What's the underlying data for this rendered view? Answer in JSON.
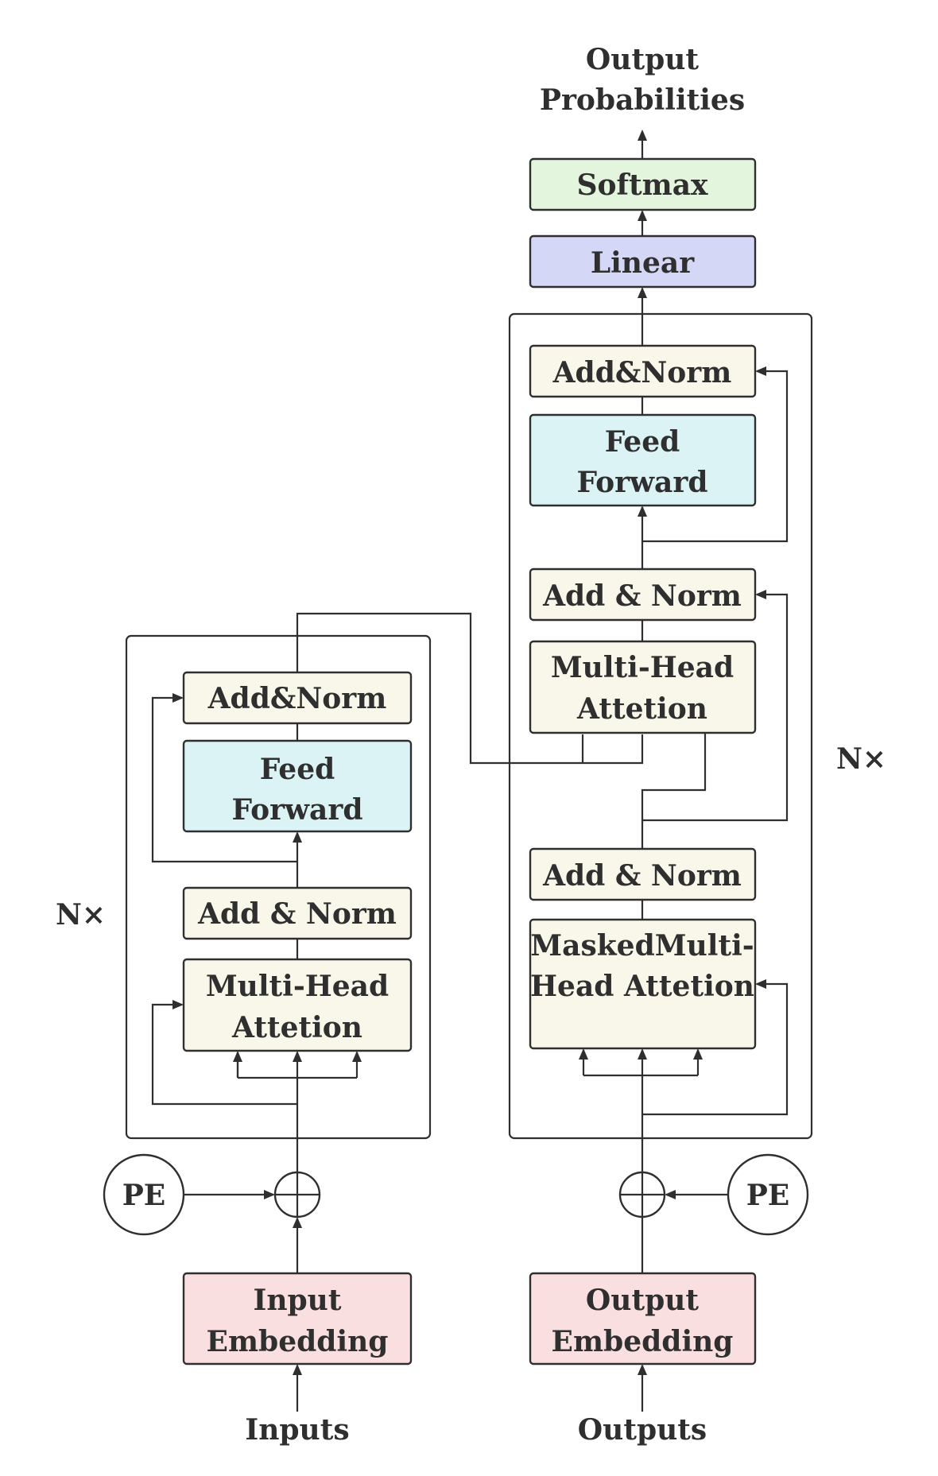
{
  "colors": {
    "norm_fill": "#f8f7e9",
    "ffn_fill": "#dbf3f5",
    "embed_fill": "#f9dfdf",
    "linear_fill": "#d5d7f7",
    "softmax_fill": "#e3f5dc",
    "stroke": "#2f2f2f"
  },
  "encoder": {
    "add_norm_top": "Add&Norm",
    "ffn_line1": "Feed",
    "ffn_line2": "Forward",
    "add_norm_bottom": "Add & Norm",
    "mha_line1": "Multi-Head",
    "mha_line2": "Attetion",
    "repeat": "N×",
    "pe": "PE",
    "embed_line1": "Input",
    "embed_line2": "Embedding",
    "input": "Inputs"
  },
  "decoder": {
    "output_line1": "Output",
    "output_line2": "Probabilities",
    "softmax": "Softmax",
    "linear": "Linear",
    "add_norm_top": "Add&Norm",
    "ffn_line1": "Feed",
    "ffn_line2": "Forward",
    "add_norm_mid": "Add & Norm",
    "mha_line1": "Multi-Head",
    "mha_line2": "Attetion",
    "add_norm_bottom": "Add & Norm",
    "masked_line1": "MaskedMulti-",
    "masked_line2": "Head Attetion",
    "repeat": "N×",
    "pe": "PE",
    "embed_line1": "Output",
    "embed_line2": "Embedding",
    "input": "Outputs"
  }
}
